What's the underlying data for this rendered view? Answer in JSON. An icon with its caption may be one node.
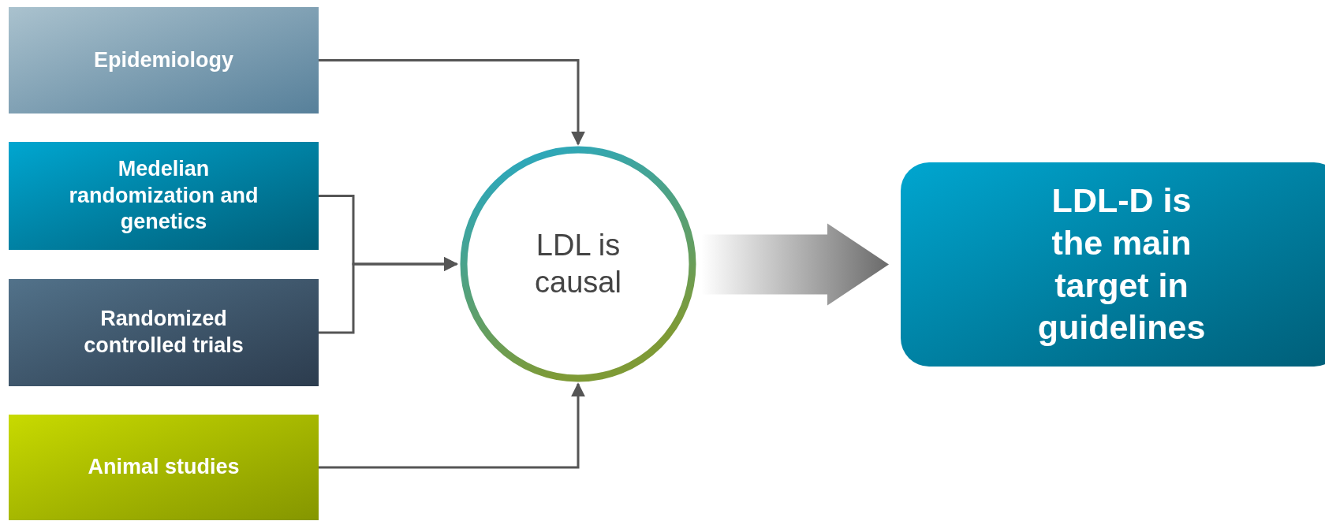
{
  "diagram": {
    "nodes": [
      {
        "text": [
          "Epidemiology"
        ]
      },
      {
        "text": [
          "Medelian randomization and genetics"
        ]
      },
      {
        "text": [
          "Randomized controlled trials"
        ]
      },
      {
        "text": [
          "Animal studies"
        ]
      },
      {
        "text": [
          "LDL is causal"
        ]
      },
      {
        "text": [
          "LDL-D is the main target in guidelines"
        ]
      }
    ],
    "edges": [
      {
        "from": 0,
        "to": 4,
        "arrow": "to"
      },
      {
        "from": 1,
        "to": 4,
        "arrow": "to"
      },
      {
        "from": 2,
        "to": 4,
        "arrow": "to"
      },
      {
        "from": 3,
        "to": 4,
        "arrow": "to"
      },
      {
        "from": 4,
        "to": 5,
        "arrow": "to",
        "style": "thick"
      }
    ]
  }
}
